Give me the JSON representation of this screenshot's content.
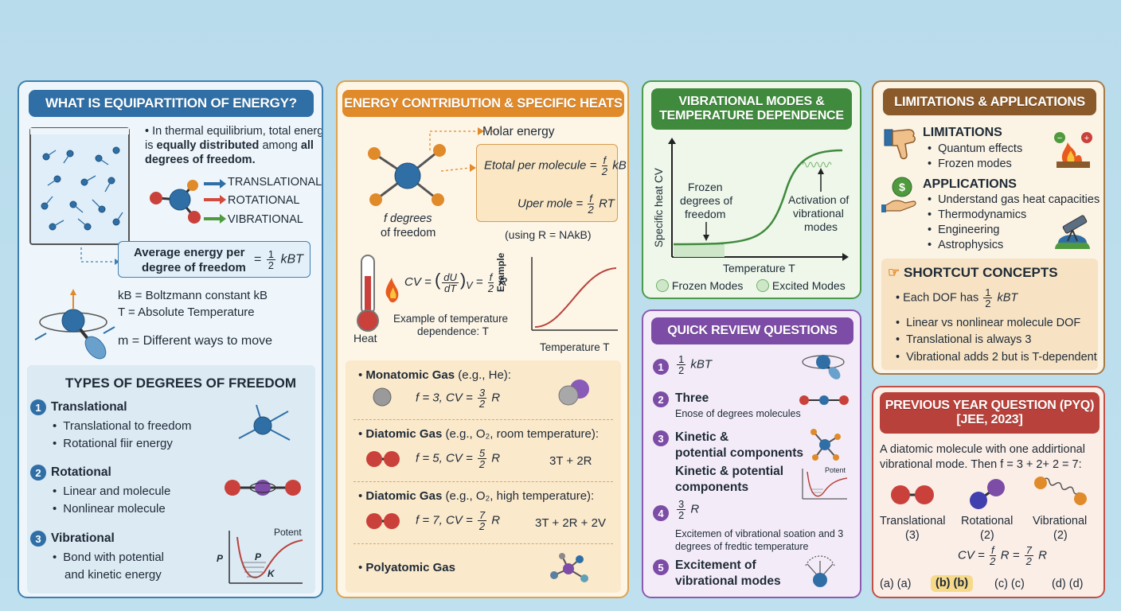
{
  "colors": {
    "blue": "#2f6fa6",
    "orange": "#e08a2a",
    "green": "#3f8a3c",
    "purple": "#7c4ca6",
    "brown": "#8a5a2b",
    "red": "#b8423b"
  },
  "p1": {
    "header": "WHAT IS EQUIPARTITION OF ENERGY?",
    "intro_1": "In thermal equilibrium, total energy",
    "intro_2a": "is ",
    "intro_2b": "equally distributed",
    "intro_2c": " among ",
    "intro_2d": "all",
    "intro_3": "degrees of freedom.",
    "mode_translational": "TRANSLATIONAL",
    "mode_rotational": "ROTATIONAL",
    "mode_vibrational": "VIBRATIONAL",
    "avg_label_1": "Average energy per",
    "avg_label_2": "degree of freedom",
    "avg_eq": "=",
    "avg_num": "1",
    "avg_den": "2",
    "avg_tail": "kBT",
    "def_kb": "kB = Boltzmann constant kB",
    "def_t": "T  = Absolute Temperature",
    "def_m": "m = Different ways to move",
    "types_title": "TYPES OF DEGREES OF FREEDOM",
    "type1_n": "1",
    "type1": "Translational",
    "type1_b1": "Translational to freedom",
    "type1_b2": "Rotational fiir energy",
    "type2_n": "2",
    "type2": "Rotational",
    "type2_b1": "Linear and molecule",
    "type2_b2": "Nonlinear molecule",
    "type3_n": "3",
    "type3": "Vibrational",
    "type3_b1": "Bond with potential",
    "type3_b2": "and kinetic energy",
    "pot_label": "Potent",
    "pot_p": "P",
    "pot_p2": "P",
    "pot_k": "K"
  },
  "p2": {
    "header": "ENERGY CONTRIBUTION & SPECIFIC HEATS",
    "molar_energy": "Molar energy",
    "dof_1": "f degrees",
    "dof_2": "of freedom",
    "eq1_lhs": "Etotal per molecule =",
    "eq1_num": "f",
    "eq1_den": "2",
    "eq1_tail": "kBT",
    "eq2_lhs": "Uper mole =",
    "eq2_num": "f",
    "eq2_den": "2",
    "eq2_tail": "RT",
    "using": "(using R = NAkB)",
    "heat_label": "Heat",
    "cv_eq": "CV = (dU/dT)V = f/2 R",
    "cv_lhs": "CV =",
    "cv_du": "dU",
    "cv_dt": "dT",
    "cv_sub": "V",
    "cv_eq2": "=",
    "cv_num": "f",
    "cv_den": "2",
    "cv_tail": "R",
    "example_1": "Example of temperature",
    "example_2": "dependence: T",
    "graph_ylabel": "Example",
    "graph_xlabel": "Temperature T",
    "gases": [
      {
        "name": "Monatomic Gas",
        "note": "(e.g., He):",
        "formula": "f = 3, CV =",
        "num": "3",
        "den": "2",
        "tail": "R",
        "extra": ""
      },
      {
        "name": "Diatomic Gas",
        "note": "(e.g., O₂, room temperature):",
        "formula": "f = 5, CV =",
        "num": "5",
        "den": "2",
        "tail": "R",
        "extra": "3T + 2R"
      },
      {
        "name": "Diatomic Gas",
        "note": "(e.g., O₂, high temperature):",
        "formula": "f = 7, CV =",
        "num": "7",
        "den": "2",
        "tail": "R",
        "extra": "3T + 2R + 2V"
      },
      {
        "name": "Polyatomic Gas",
        "note": "",
        "formula": "",
        "num": "",
        "den": "",
        "tail": "",
        "extra": ""
      }
    ]
  },
  "p3": {
    "header_1": "VIBRATIONAL MODES &",
    "header_2": "TEMPERATURE DEPENDENCE",
    "ylabel": "Specific heat CV",
    "xlabel": "Temperature T",
    "frozen_1": "Frozen",
    "frozen_2": "degrees of",
    "frozen_3": "freedom",
    "act_1": "Activation of",
    "act_2": "vibrational",
    "act_3": "modes",
    "legend_frozen": "Frozen Modes",
    "legend_excited": "Excited Modes"
  },
  "p4": {
    "header": "QUICK REVIEW QUESTIONS",
    "items": [
      {
        "n": "1",
        "title": "",
        "num": "1",
        "den": "2",
        "tail": "kBT",
        "sub": ""
      },
      {
        "n": "2",
        "title": "Three",
        "sub": "Enose of degrees molecules"
      },
      {
        "n": "3",
        "title": "Kinetic &",
        "title2": "potential components",
        "title3": "Kinetic & potential",
        "title4": "components",
        "sub": ""
      },
      {
        "n": "4",
        "num": "3",
        "den": "2",
        "tail": "R",
        "sub": "Excitemen of vibrational soation and 3",
        "sub2": "degrees of fredtic temperature"
      },
      {
        "n": "5",
        "title": "Excitement of",
        "title2": "vibrational modes",
        "sub": ""
      }
    ],
    "potent_label": "Potent"
  },
  "p5": {
    "header": "LIMITATIONS & APPLICATIONS",
    "limits_title": "LIMITATIONS",
    "limits": [
      "Quantum effects",
      "Frozen modes"
    ],
    "apps_title": "APPLICATIONS",
    "apps": [
      "Understand gas heat capacities",
      "Thermodynamics",
      "Engineering",
      "Astrophysics"
    ],
    "shortcut_title": "SHORTCUT CONCEPTS",
    "shortcut_1a": "Each DOF has",
    "shortcut_1_num": "1",
    "shortcut_1_den": "2",
    "shortcut_1_tail": "kBT",
    "shortcuts": [
      "Linear vs nonlinear molecule DOF",
      "Translational is always 3",
      "Vibrational adds 2 but is T-dependent"
    ]
  },
  "p6": {
    "header_1": "PREVIOUS YEAR QUESTION (PYQ)",
    "header_2": "[JEE, 2023]",
    "question_1": "A diatomic molecule with one addirtional",
    "question_2": "vibrational mode. Then f = 3 + 2+ 2 = 7:",
    "mol_1": "Translational",
    "mol_1n": "(3)",
    "mol_2": "Rotational",
    "mol_2n": "(2)",
    "mol_3": "Vibrational",
    "mol_3n": "(2)",
    "cv_lhs": "CV =",
    "cv_num": "f",
    "cv_den": "2",
    "cv_mid": "R =",
    "cv_num2": "7",
    "cv_den2": "2",
    "cv_tail": "R",
    "options": [
      "(a) (a)",
      "(b) (b)",
      "(c) (c)",
      "(d) (d)"
    ]
  }
}
